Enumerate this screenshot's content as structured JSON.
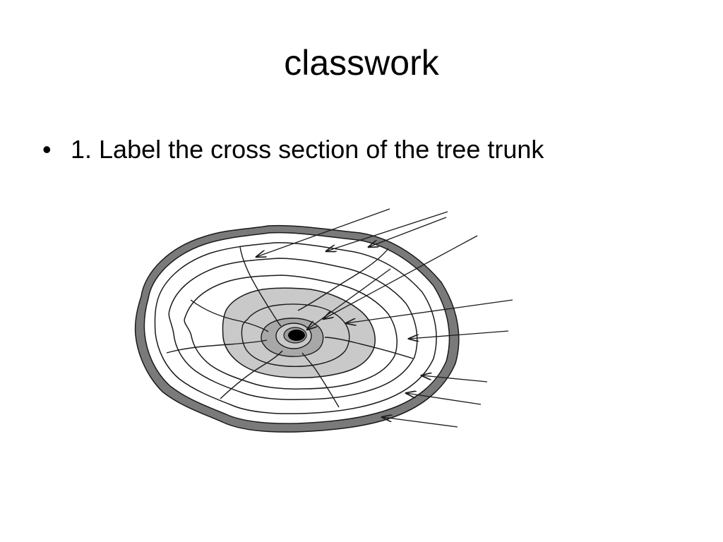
{
  "slide": {
    "title": "classwork",
    "bullets": [
      {
        "marker": "•",
        "text": "1. Label the cross section of the tree trunk"
      }
    ]
  },
  "diagram": {
    "subject": "tree-trunk-cross-section",
    "label_arrow_count": 10,
    "colors": {
      "bark": "#7a7a7a",
      "heartwood": "#c9c9c9",
      "heartwood_inner": "#a8a8a8",
      "pith": "#000000",
      "line": "#1a1a1a"
    }
  }
}
